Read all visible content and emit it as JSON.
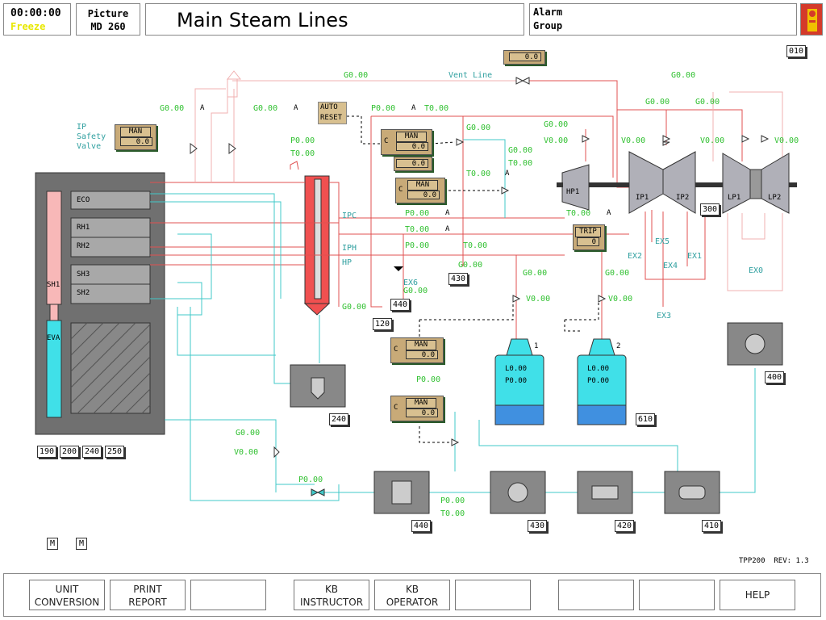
{
  "header": {
    "time": "00:00:00",
    "mode": "Freeze",
    "picture_label": "Picture",
    "picture_id": "MD 260",
    "title": "Main Steam Lines",
    "alarm_line1": "Alarm",
    "alarm_line2": "Group"
  },
  "page_code": "010",
  "vent": {
    "value": "0.0",
    "g": "G0.00",
    "label": "Vent Line"
  },
  "ip_safety": {
    "label1": "IP",
    "label2": "Safety",
    "label3": "Valve",
    "mode": "MAN",
    "value": "0.0"
  },
  "auto_reset": {
    "auto": "AUTO",
    "reset": "RESET"
  },
  "controllers": [
    {
      "id": "c1",
      "c": "C",
      "mode": "MAN",
      "value": "0.0",
      "value2": "0.0"
    },
    {
      "id": "c2",
      "c": "C",
      "mode": "MAN",
      "value": "0.0"
    },
    {
      "id": "c3",
      "c": "C",
      "mode": "MAN",
      "value": "0.0"
    },
    {
      "id": "c4",
      "c": "C",
      "mode": "MAN",
      "value": "0.0"
    }
  ],
  "boiler": {
    "eco": "ECO",
    "rh1": "RH1",
    "rh2": "RH2",
    "sh3": "SH3",
    "sh2": "SH2",
    "sh1": "SH1",
    "eva": "EVA"
  },
  "labels": {
    "ipc": "IPC",
    "iph": "IPH",
    "hp": "HP",
    "hp1": "HP1",
    "ip1": "IP1",
    "ip2": "IP2",
    "lp1": "LP1",
    "lp2": "LP2",
    "ex1": "EX1",
    "ex2": "EX2",
    "ex3": "EX3",
    "ex4": "EX4",
    "ex5": "EX5",
    "ex6": "EX6",
    "ex0": "EX0",
    "a": "A"
  },
  "trip": {
    "label": "TRIP",
    "value": "0"
  },
  "tanks": [
    {
      "num": "1",
      "l": "L0.00",
      "p": "P0.00"
    },
    {
      "num": "2",
      "l": "L0.00",
      "p": "P0.00"
    }
  ],
  "codes": {
    "c300": "300",
    "c430a": "430",
    "c440a": "440",
    "c120": "120",
    "c240": "240",
    "c610": "610",
    "c400": "400",
    "c440b": "440",
    "c430b": "430",
    "c420": "420",
    "c410": "410",
    "b190": "190",
    "b200": "200",
    "b240": "240",
    "b250": "250"
  },
  "readings": {
    "g_topleft1": "G0.00",
    "g_topleft2": "G0.00",
    "a1": "A",
    "a2": "A",
    "p_drum": "P0.00",
    "t_drum": "T0.00",
    "p_mid": "P0.00",
    "t_mid": "T0.00",
    "a_mid": "A",
    "g_c1": "G0.00",
    "g_hp": "G0.00",
    "v_hp": "V0.00",
    "g_ip": "G0.00",
    "v_ip": "V0.00",
    "g_lp": "G0.00",
    "v_lp": "V0.00",
    "v_lp2": "V0.00",
    "g_top_ip": "G0.00",
    "g_c2": "G0.00",
    "t_c2": "T0.00",
    "t_c2b": "T0.00",
    "a_c2": "A",
    "p_ipc": "P0.00",
    "a_ipc": "A",
    "t_hp1": "T0.00",
    "a_hp1": "A",
    "t_iph": "T0.00",
    "a_iph": "A",
    "p_iph": "P0.00",
    "t_iph2": "T0.00",
    "g_ex6": "G0.00",
    "g_lower": "G0.00",
    "g_430": "G0.00",
    "g_t1": "G0.00",
    "v_t1": "V0.00",
    "g_t2": "G0.00",
    "v_t2": "V0.00",
    "p_c4": "P0.00",
    "g_bottom": "G0.00",
    "v_bottom": "V0.00",
    "p_bottom": "P0.00",
    "p_pump": "P0.00",
    "t_pump": "T0.00"
  },
  "revision": {
    "code": "TPP200",
    "rev": "REV: 1.3"
  },
  "m_buttons": [
    "M",
    "M"
  ],
  "footer": [
    {
      "l1": "UNIT",
      "l2": "CONVERSION"
    },
    {
      "l1": "PRINT",
      "l2": "REPORT"
    },
    {
      "l1": "",
      "l2": ""
    },
    {
      "l1": "KB",
      "l2": "INSTRUCTOR"
    },
    {
      "l1": "KB",
      "l2": "OPERATOR"
    },
    {
      "l1": "",
      "l2": ""
    },
    {
      "l1": "",
      "l2": ""
    },
    {
      "l1": "",
      "l2": ""
    },
    {
      "l1": "HELP",
      "l2": ""
    }
  ],
  "colors": {
    "steam_red": "#e05050",
    "water_cyan": "#40c8c8",
    "green_text": "#30c030",
    "pink": "#f0b0b0"
  }
}
